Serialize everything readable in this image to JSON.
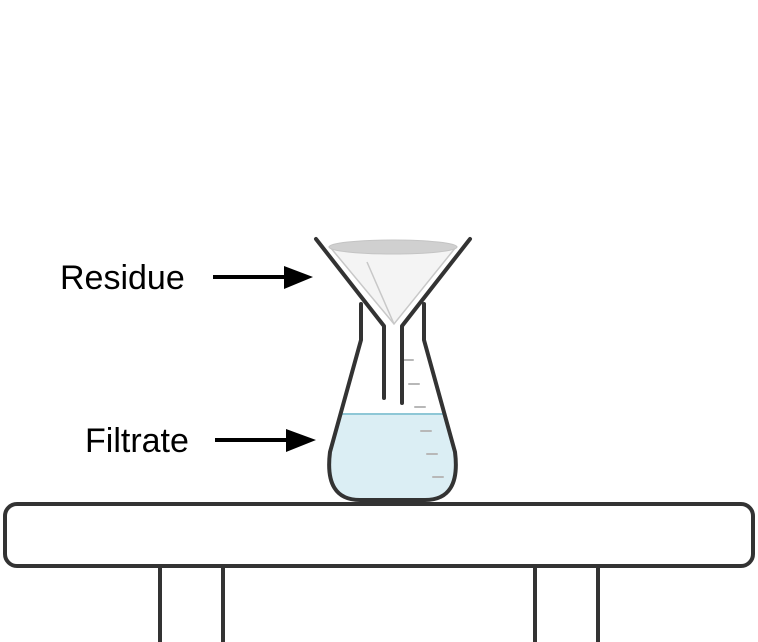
{
  "labels": {
    "residue": "Residue",
    "filtrate": "Filtrate"
  },
  "colors": {
    "outline": "#333333",
    "liquid": "#dbeef4",
    "liquid_surface": "#8ec7d6",
    "filter_paper": "#f4f4f4",
    "filter_rim": "#d0d0d0",
    "graduation": "#b8b8b8",
    "arrow": "#000000"
  },
  "icons": {
    "funnel": "filter-funnel-icon",
    "flask": "conical-flask-icon",
    "table": "lab-bench"
  }
}
